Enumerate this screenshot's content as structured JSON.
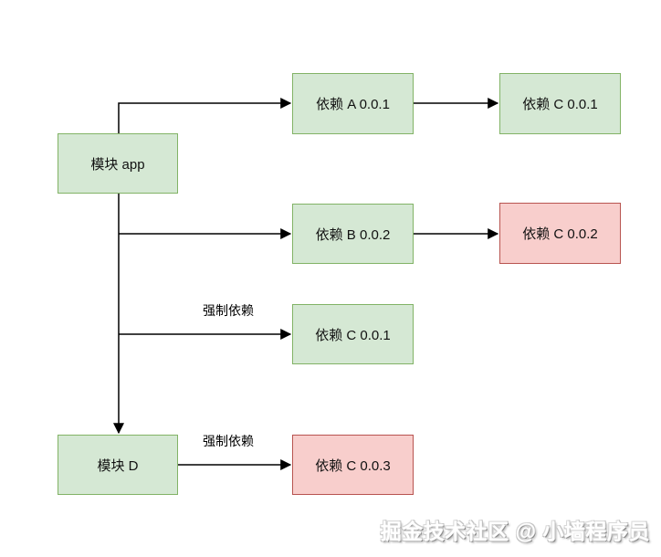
{
  "diagram": {
    "background": "#ffffff",
    "colors": {
      "node_green_fill": "#d5e8d4",
      "node_green_border": "#82b366",
      "node_red_fill": "#f8cecc",
      "node_red_border": "#b85450",
      "edge_line": "#000000",
      "watermark_fill": "#ffffff",
      "watermark_shadow": "#8a8a8a"
    },
    "nodes": {
      "module_app": {
        "label": "模块 app",
        "variant": "green"
      },
      "dep_a_001": {
        "label": "依赖 A 0.0.1",
        "variant": "green"
      },
      "dep_c_001_top": {
        "label": "依赖 C 0.0.1",
        "variant": "green"
      },
      "dep_b_002": {
        "label": "依赖 B 0.0.2",
        "variant": "green"
      },
      "dep_c_002": {
        "label": "依赖 C 0.0.2",
        "variant": "red"
      },
      "dep_c_001_mid": {
        "label": "依赖 C 0.0.1",
        "variant": "green"
      },
      "module_d": {
        "label": "模块 D",
        "variant": "green"
      },
      "dep_c_003": {
        "label": "依赖 C 0.0.3",
        "variant": "red"
      }
    },
    "edge_labels": {
      "forced_app_to_c": "强制依赖",
      "forced_d_to_c": "强制依赖"
    },
    "watermark": "掘金技术社区 @ 小墙程序员"
  }
}
